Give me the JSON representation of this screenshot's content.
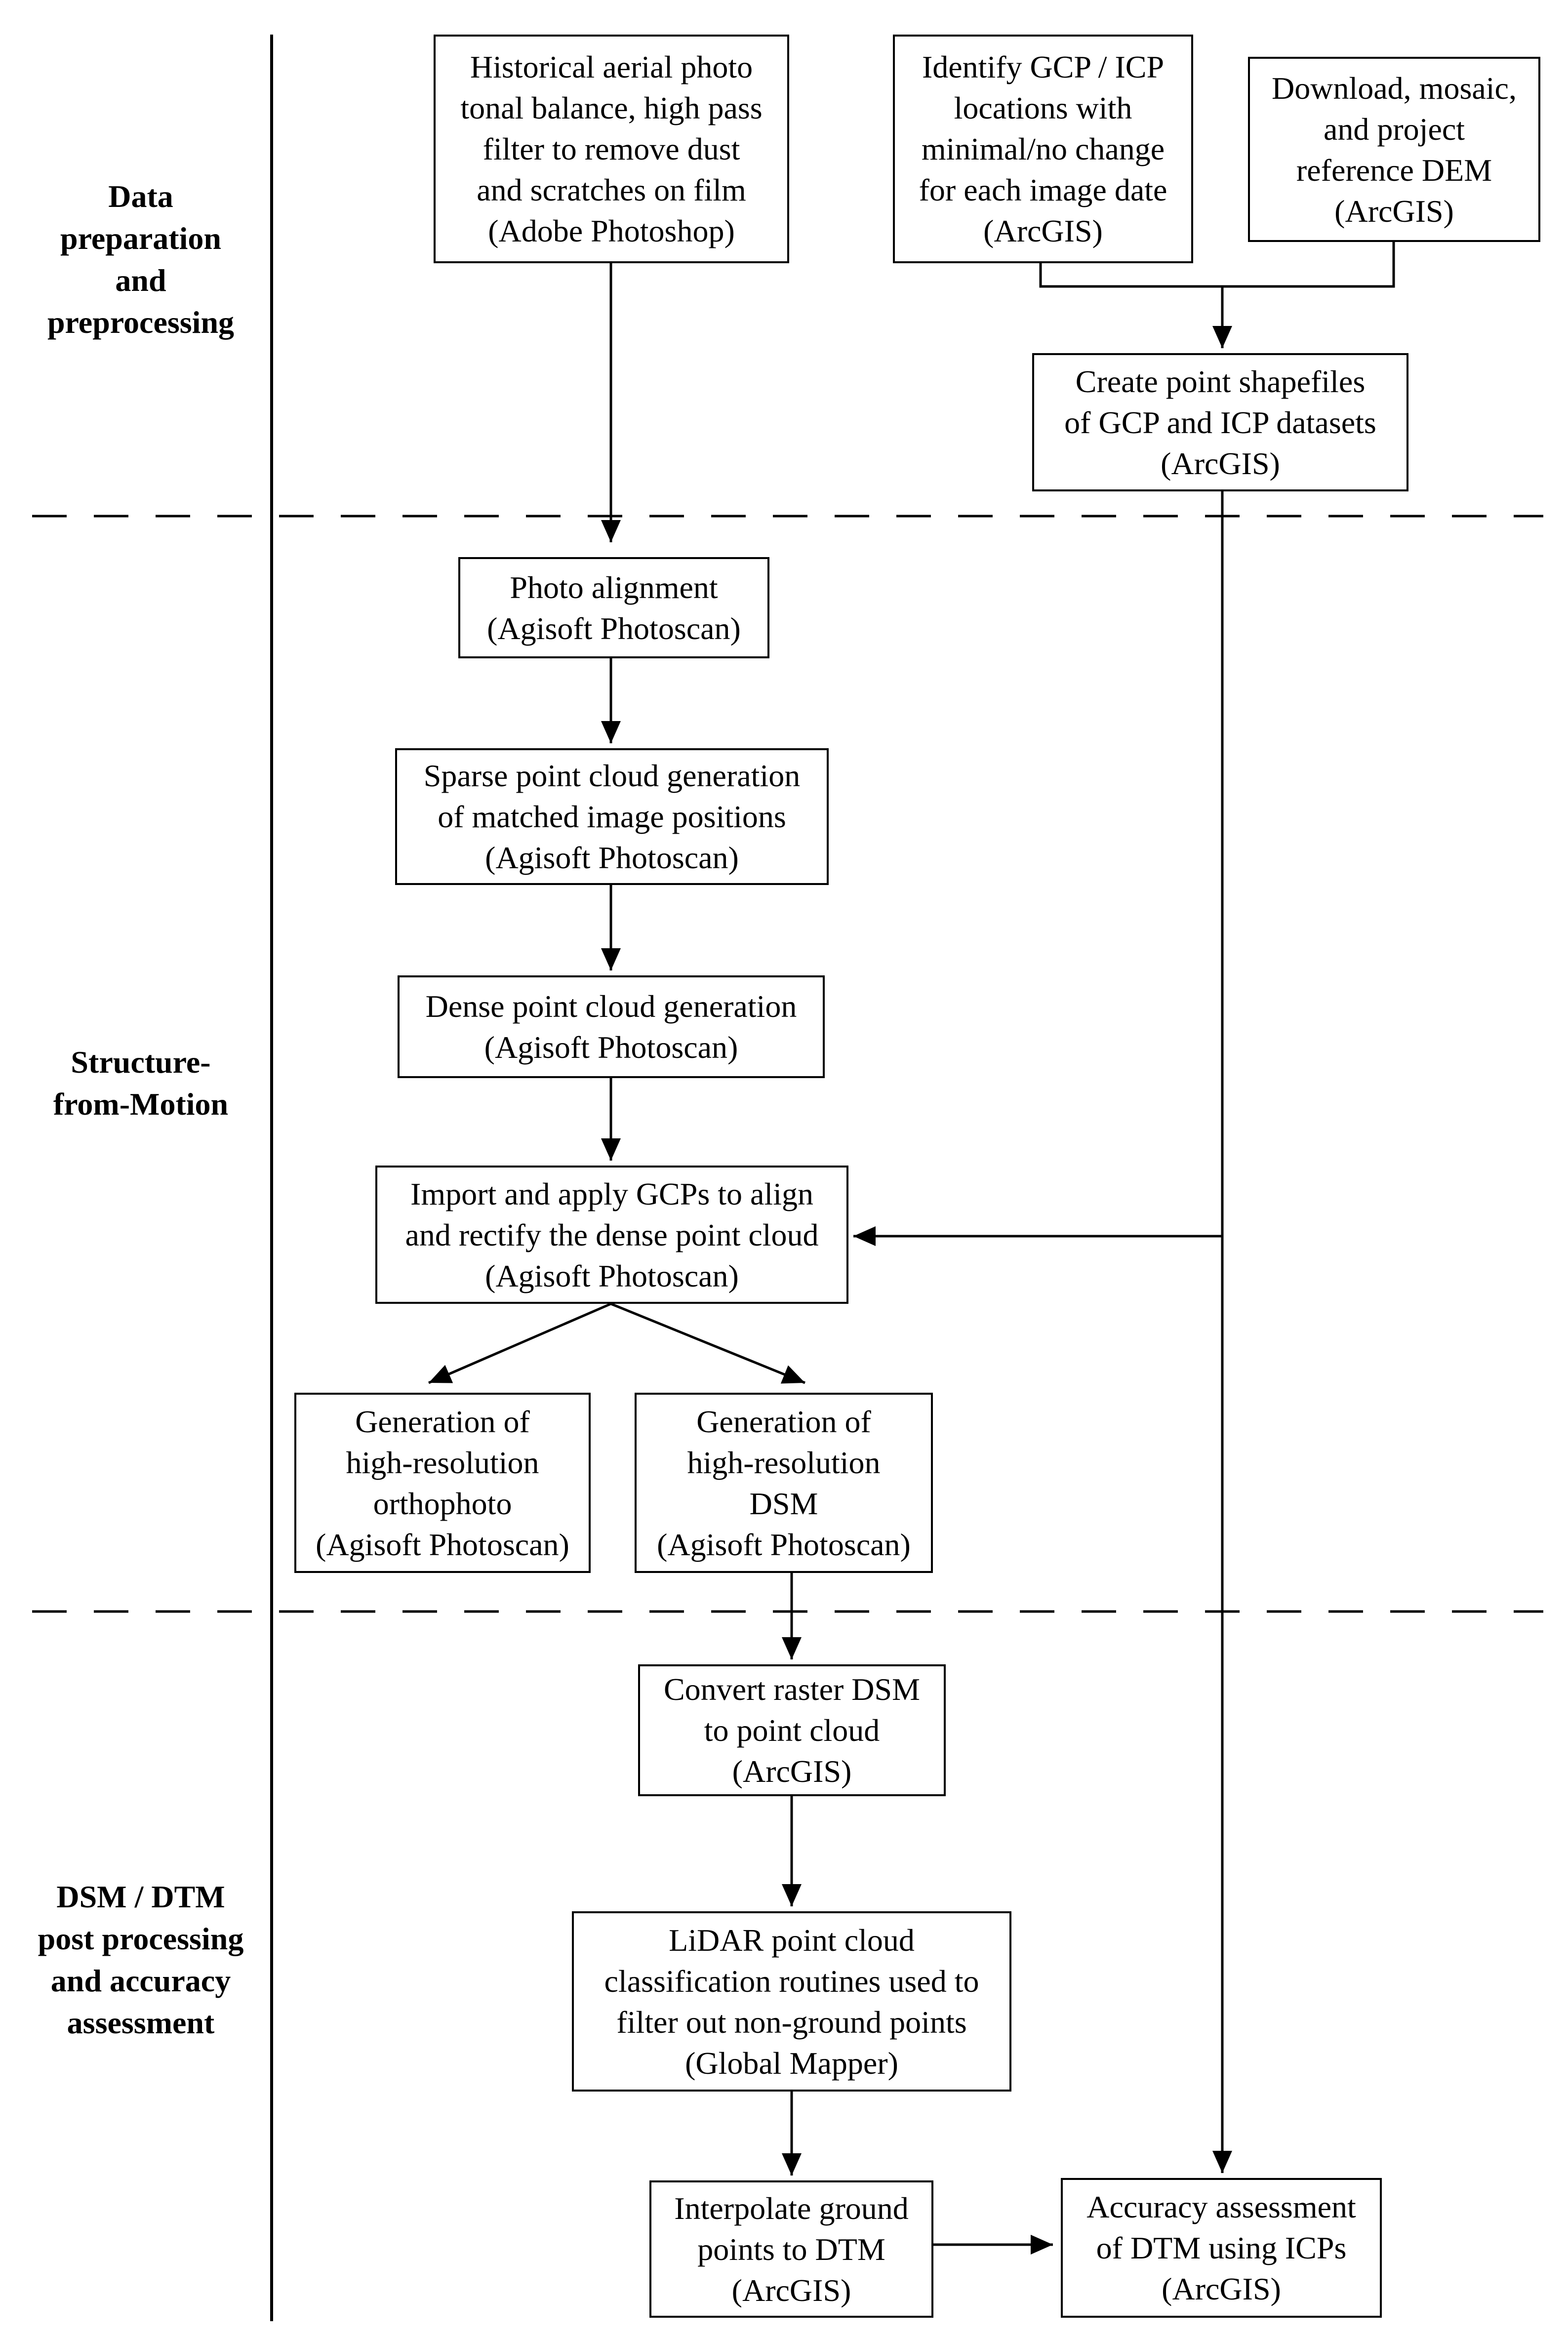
{
  "stages": [
    {
      "id": "prep",
      "lines": [
        "Data",
        "preparation",
        "and",
        "preprocessing"
      ]
    },
    {
      "id": "sfm",
      "lines": [
        "Structure-",
        "from-Motion"
      ]
    },
    {
      "id": "post",
      "lines": [
        "DSM / DTM",
        "post processing",
        "and accuracy",
        "assessment"
      ]
    }
  ],
  "nodes": {
    "hist_photo": [
      "Historical aerial photo",
      "tonal balance, high pass",
      "filter to remove dust",
      "and scratches on film",
      "(Adobe Photoshop)"
    ],
    "identify_gcp": [
      "Identify GCP / ICP",
      "locations with",
      "minimal/no change",
      "for each image date",
      "(ArcGIS)"
    ],
    "download_dem": [
      "Download, mosaic,",
      "and project",
      "reference DEM",
      "(ArcGIS)"
    ],
    "create_shapefiles": [
      "Create point shapefiles",
      "of GCP and ICP datasets",
      "(ArcGIS)"
    ],
    "photo_alignment": [
      "Photo alignment",
      "(Agisoft Photoscan)"
    ],
    "sparse_cloud": [
      "Sparse point cloud generation",
      "of matched image positions",
      "(Agisoft Photoscan)"
    ],
    "dense_cloud": [
      "Dense point cloud generation",
      "(Agisoft Photoscan)"
    ],
    "import_gcp": [
      "Import and apply GCPs to align",
      "and rectify the dense point cloud",
      "(Agisoft Photoscan)"
    ],
    "orthophoto": [
      "Generation of",
      "high-resolution",
      "orthophoto",
      "(Agisoft Photoscan)"
    ],
    "dsm": [
      "Generation of",
      "high-resolution",
      "DSM",
      "(Agisoft Photoscan)"
    ],
    "convert_raster": [
      "Convert raster DSM",
      "to point cloud",
      "(ArcGIS)"
    ],
    "lidar_class": [
      "LiDAR point cloud",
      "classification routines used to",
      "filter out non-ground points",
      "(Global Mapper)"
    ],
    "interpolate": [
      "Interpolate ground",
      "points to DTM",
      "(ArcGIS)"
    ],
    "accuracy": [
      "Accuracy assessment",
      "of DTM using ICPs",
      "(ArcGIS)"
    ]
  },
  "edges": [
    {
      "from": "hist_photo",
      "to": "photo_alignment"
    },
    {
      "from": "identify_gcp",
      "to": "create_shapefiles"
    },
    {
      "from": "download_dem",
      "to": "create_shapefiles"
    },
    {
      "from": "photo_alignment",
      "to": "sparse_cloud"
    },
    {
      "from": "sparse_cloud",
      "to": "dense_cloud"
    },
    {
      "from": "dense_cloud",
      "to": "import_gcp"
    },
    {
      "from": "create_shapefiles",
      "to": "import_gcp"
    },
    {
      "from": "import_gcp",
      "to": "orthophoto"
    },
    {
      "from": "import_gcp",
      "to": "dsm"
    },
    {
      "from": "dsm",
      "to": "convert_raster"
    },
    {
      "from": "convert_raster",
      "to": "lidar_class"
    },
    {
      "from": "lidar_class",
      "to": "interpolate"
    },
    {
      "from": "create_shapefiles",
      "to": "accuracy"
    },
    {
      "from": "interpolate",
      "to": "accuracy"
    }
  ]
}
